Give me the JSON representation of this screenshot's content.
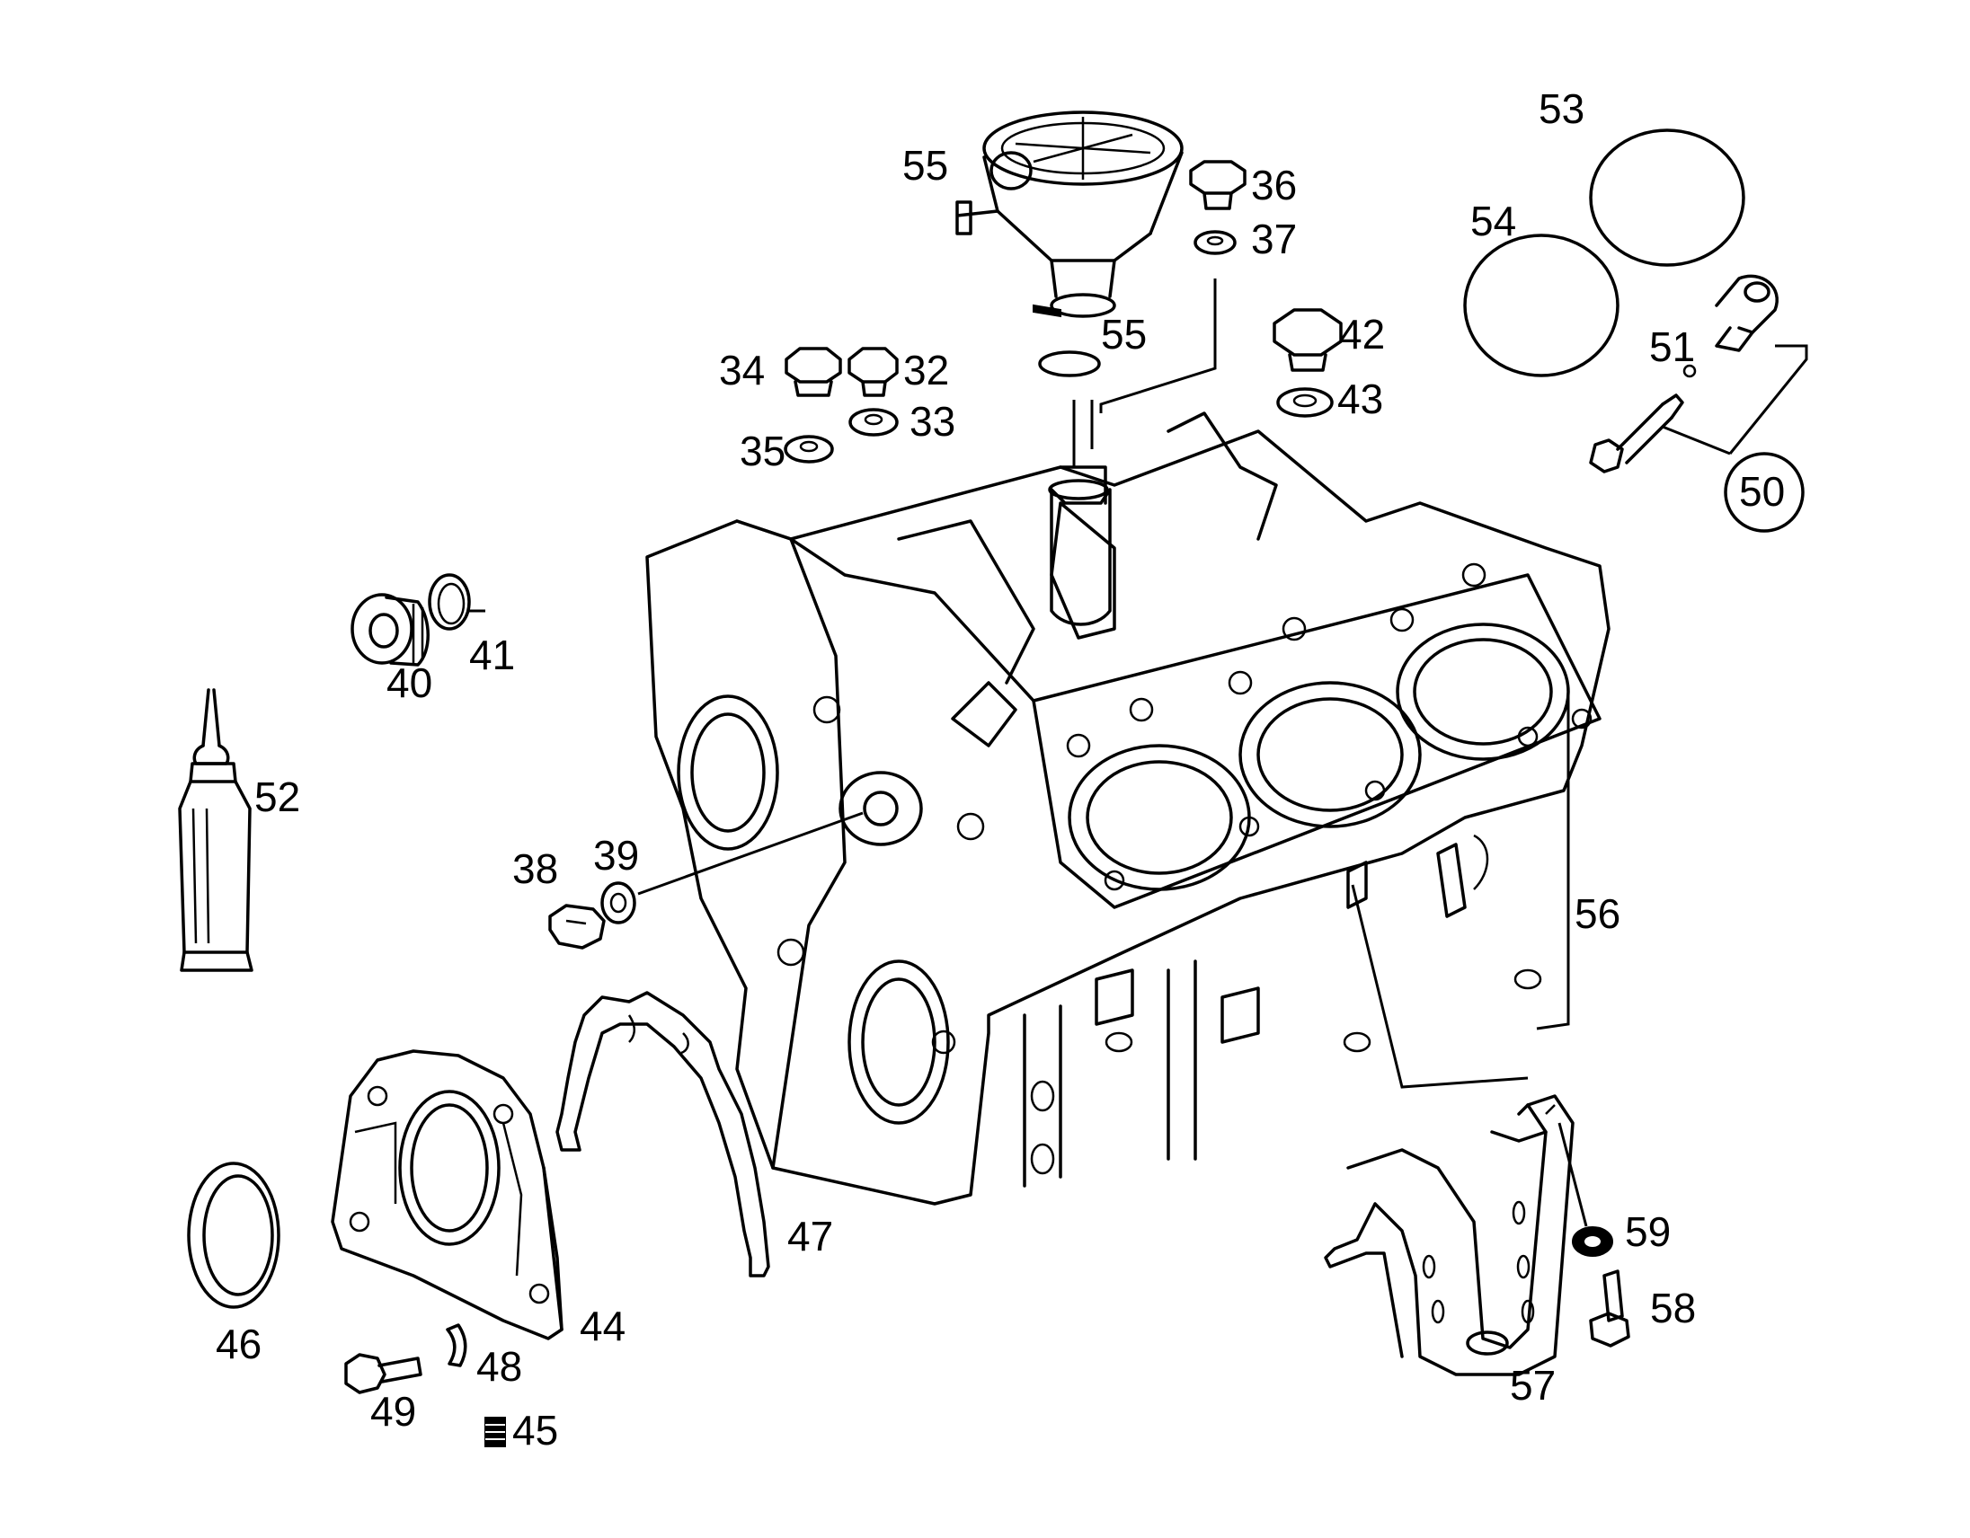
{
  "callouts": {
    "c32": "32",
    "c33": "33",
    "c34": "34",
    "c35": "35",
    "c36": "36",
    "c37": "37",
    "c38": "38",
    "c39": "39",
    "c40": "40",
    "c41": "41",
    "c42": "42",
    "c43": "43",
    "c44": "44",
    "c45": "45",
    "c46": "46",
    "c47": "47",
    "c48": "48",
    "c49": "49",
    "c50": "50",
    "c51": "51",
    "c52": "52",
    "c53": "53",
    "c54": "54",
    "c55a": "55",
    "c55b": "55",
    "c56": "56",
    "c57": "57",
    "c58": "58",
    "c59": "59"
  },
  "colors": {
    "ink": "#000000",
    "paper": "#ffffff"
  }
}
